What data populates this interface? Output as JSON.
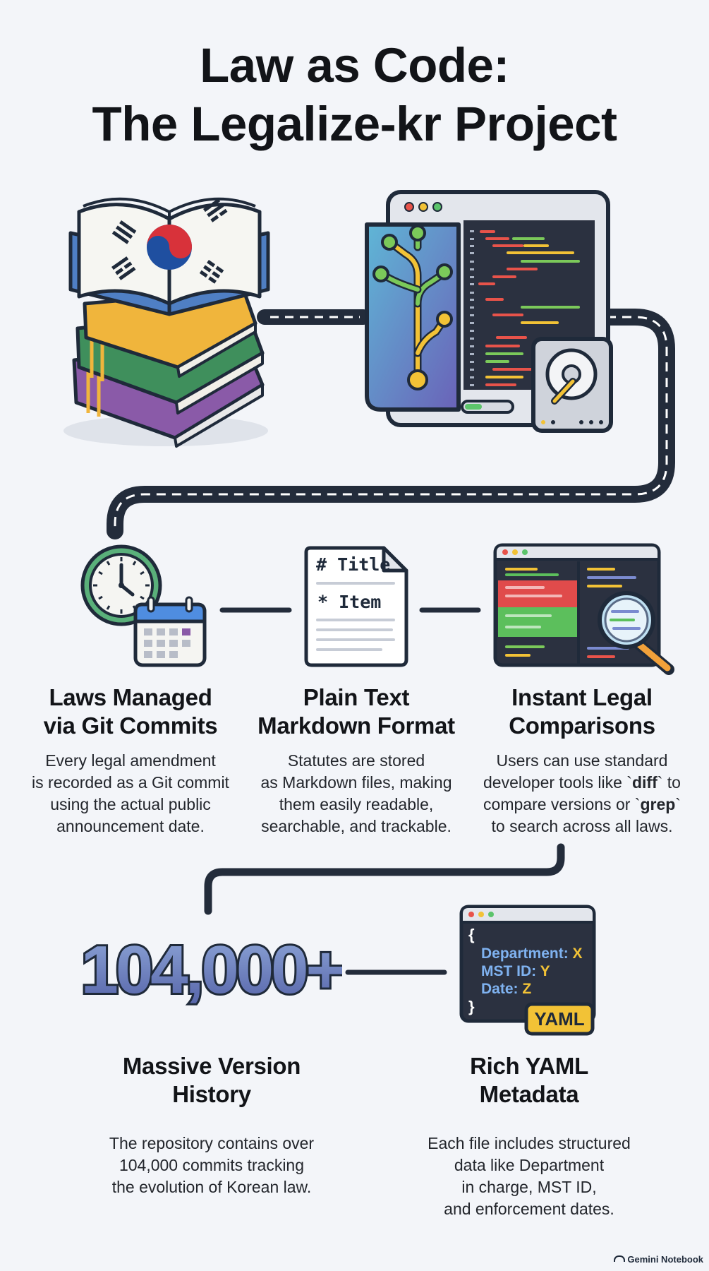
{
  "title": {
    "line1": "Law as Code:",
    "line2": "The Legalize-kr Project"
  },
  "features": {
    "git_commits": {
      "title_line1": "Laws Managed",
      "title_line2": "via Git Commits",
      "desc_line1": "Every legal amendment",
      "desc_line2": "is recorded as a Git commit",
      "desc_line3": "using the actual public",
      "desc_line4": "announcement date."
    },
    "markdown": {
      "title_line1": "Plain Text",
      "title_line2": "Markdown Format",
      "desc_line1": "Statutes are stored",
      "desc_line2": "as Markdown files, making",
      "desc_line3": "them easily readable,",
      "desc_line4": "searchable, and trackable.",
      "doc_heading": "# Title",
      "doc_item": "* Item"
    },
    "comparisons": {
      "title_line1": "Instant Legal",
      "title_line2": "Comparisons",
      "desc_line1a": "Users can use standard",
      "desc_line2a": "developer tools like `",
      "desc_line2b": "diff",
      "desc_line2c": "` to",
      "desc_line3a": "compare versions or `",
      "desc_line3b": "grep",
      "desc_line3c": "`",
      "desc_line4": "to search across all laws."
    },
    "history": {
      "number": "104,000+",
      "title_line1": "Massive Version",
      "title_line2": "History",
      "desc_line1": "The repository contains over",
      "desc_line2": "104,000 commits tracking",
      "desc_line3": "the evolution of Korean law."
    },
    "yaml": {
      "code_open": "{",
      "code_line1_key": "Department:",
      "code_line1_val": "X",
      "code_line2_key": "MST ID:",
      "code_line2_val": "Y",
      "code_line3_key": "Date:",
      "code_line3_val": "Z",
      "code_close": "}",
      "badge": "YAML",
      "title_line1": "Rich YAML",
      "title_line2": "Metadata",
      "desc_line1": "Each file includes structured",
      "desc_line2": "data like Department",
      "desc_line3": "in charge, MST ID,",
      "desc_line4": "and enforcement dates."
    }
  },
  "footer": {
    "brand": "Gemini Notebook"
  },
  "colors": {
    "outline": "#1f2a3a",
    "road": "#232c3b",
    "flag_red": "#d8323a",
    "flag_blue": "#1f4fa0",
    "book_yellow": "#f0b53c",
    "book_green": "#3f8f5c",
    "book_purple": "#8a5aa8",
    "code_bg": "#2b3140",
    "accent_yellow": "#f2c236",
    "number_blue": "#6c80c4"
  }
}
